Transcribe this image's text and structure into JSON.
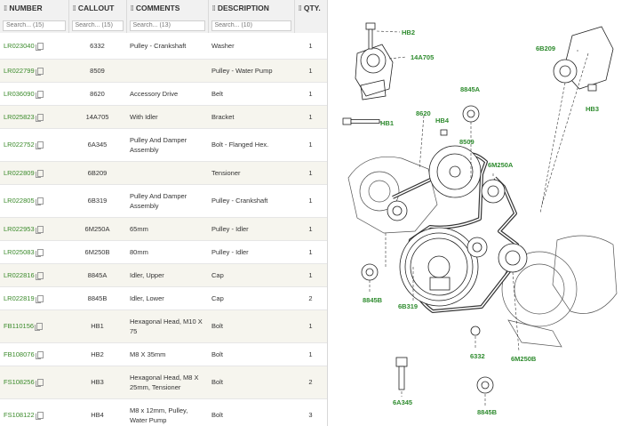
{
  "columns": {
    "number": "NUMBER",
    "callout": "CALLOUT",
    "comments": "COMMENTS",
    "description": "DESCRIPTION",
    "qty": "QTY."
  },
  "search": {
    "number": "Search... (15)",
    "callout": "Search... (15)",
    "comments": "Search... (13)",
    "description": "Search... (10)"
  },
  "rows": [
    {
      "number": "LR023040",
      "callout": "6332",
      "comments": "Pulley - Crankshaft",
      "description": "Washer",
      "qty": "1"
    },
    {
      "number": "LR022799",
      "callout": "8509",
      "comments": "",
      "description": "Pulley - Water Pump",
      "qty": "1"
    },
    {
      "number": "LR036090",
      "callout": "8620",
      "comments": "Accessory Drive",
      "description": "Belt",
      "qty": "1"
    },
    {
      "number": "LR025823",
      "callout": "14A705",
      "comments": "With Idler",
      "description": "Bracket",
      "qty": "1"
    },
    {
      "number": "LR022752",
      "callout": "6A345",
      "comments": "Pulley And Damper Assembly",
      "description": "Bolt - Flanged Hex.",
      "qty": "1"
    },
    {
      "number": "LR022809",
      "callout": "6B209",
      "comments": "",
      "description": "Tensioner",
      "qty": "1"
    },
    {
      "number": "LR022805",
      "callout": "6B319",
      "comments": "Pulley And Damper Assembly",
      "description": "Pulley - Crankshaft",
      "qty": "1"
    },
    {
      "number": "LR022953",
      "callout": "6M250A",
      "comments": "65mm",
      "description": "Pulley - Idler",
      "qty": "1"
    },
    {
      "number": "LR025083",
      "callout": "6M250B",
      "comments": "80mm",
      "description": "Pulley - Idler",
      "qty": "1"
    },
    {
      "number": "LR022816",
      "callout": "8845A",
      "comments": "Idler, Upper",
      "description": "Cap",
      "qty": "1"
    },
    {
      "number": "LR022819",
      "callout": "8845B",
      "comments": "Idler, Lower",
      "description": "Cap",
      "qty": "2"
    },
    {
      "number": "FB110156",
      "callout": "HB1",
      "comments": "Hexagonal Head, M10 X 75",
      "description": "Bolt",
      "qty": "1"
    },
    {
      "number": "FB108076",
      "callout": "HB2",
      "comments": "M8 X 35mm",
      "description": "Bolt",
      "qty": "1"
    },
    {
      "number": "FS108256",
      "callout": "HB3",
      "comments": "Hexagonal Head, M8 X 25mm, Tensioner",
      "description": "Bolt",
      "qty": "2"
    },
    {
      "number": "FS108122",
      "callout": "HB4",
      "comments": "M8 x 12mm, Pulley, Water Pump",
      "description": "Bolt",
      "qty": "3"
    }
  ],
  "diagram_labels": {
    "hb2": "HB2",
    "a14705": "14A705",
    "b6209": "6B209",
    "a8845": "8845A",
    "hb3": "HB3",
    "hb1": "HB1",
    "c8620": "8620",
    "hb4": "HB4",
    "d8509": "8509",
    "m250a": "6M250A",
    "b8845": "8845B",
    "b6319": "6B319",
    "e6332": "6332",
    "m250b": "6M250B",
    "a6345": "6A345",
    "b8845b": "8845B"
  },
  "colors": {
    "part_number_link": "#3a8a2a",
    "callout_label": "#2e8b2e",
    "header_bg": "#f1f1f1",
    "stripe_bg": "#f6f5ee"
  }
}
